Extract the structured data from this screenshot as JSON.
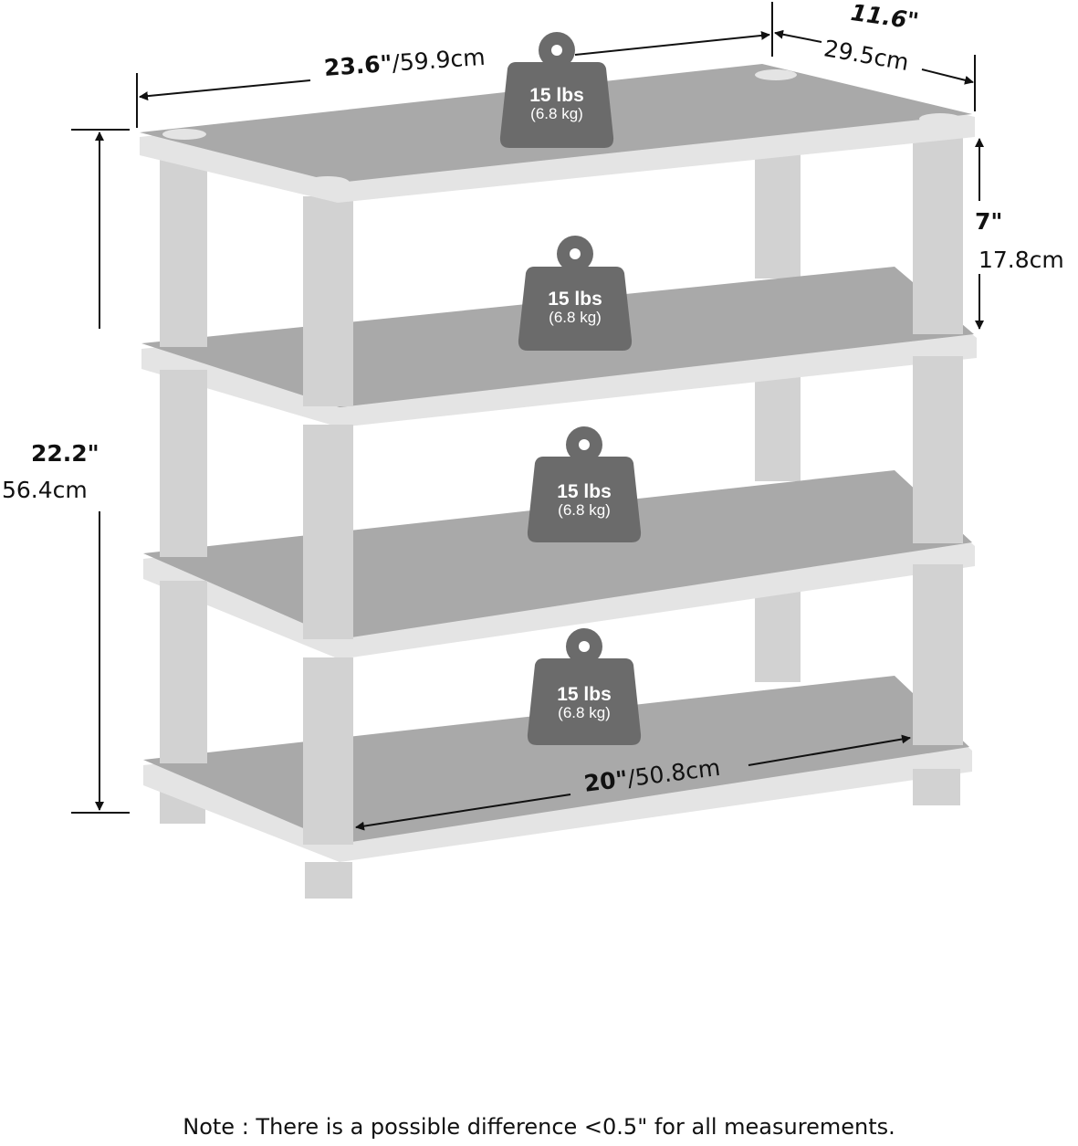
{
  "dimensions": {
    "width": {
      "inches": "23.6\"",
      "cm": "/59.9cm"
    },
    "depth": {
      "inches": "11.6\"",
      "cm": "29.5cm"
    },
    "height": {
      "inches": "22.2\"",
      "cm": "56.4cm"
    },
    "shelf_gap": {
      "inches": "7\"",
      "cm": "17.8cm"
    },
    "inner_width": {
      "inches": "20\"",
      "cm": "/50.8cm"
    }
  },
  "weights": [
    {
      "lbs": "15 lbs",
      "kg": "(6.8 kg)"
    },
    {
      "lbs": "15 lbs",
      "kg": "(6.8 kg)"
    },
    {
      "lbs": "15 lbs",
      "kg": "(6.8 kg)"
    },
    {
      "lbs": "15 lbs",
      "kg": "(6.8 kg)"
    }
  ],
  "note": "Note : There is a possible difference <0.5\" for all measurements.",
  "colors": {
    "shelf_top": "#a9a9a9",
    "shelf_edge": "#e4e4e4",
    "leg": "#d2d2d2",
    "weight": "#6b6b6b",
    "ink": "#111111"
  }
}
